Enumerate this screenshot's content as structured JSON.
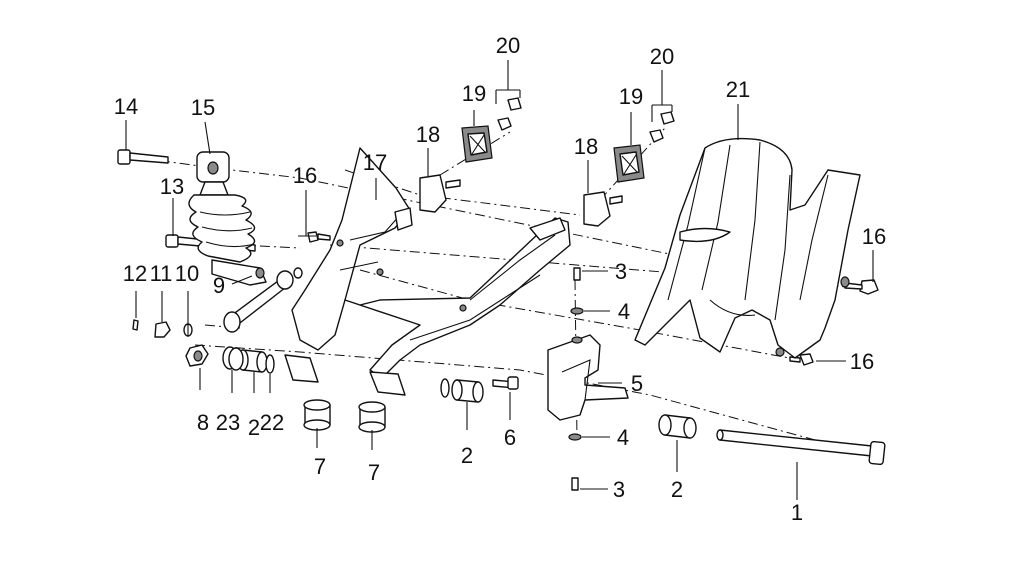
{
  "diagram": {
    "type": "exploded-parts-view",
    "callouts": [
      {
        "key": "c1",
        "label": "1"
      },
      {
        "key": "c2a",
        "label": "2"
      },
      {
        "key": "c2b",
        "label": "2"
      },
      {
        "key": "c2c",
        "label": "2"
      },
      {
        "key": "c3a",
        "label": "3"
      },
      {
        "key": "c3b",
        "label": "3"
      },
      {
        "key": "c4a",
        "label": "4"
      },
      {
        "key": "c4b",
        "label": "4"
      },
      {
        "key": "c5",
        "label": "5"
      },
      {
        "key": "c6",
        "label": "6"
      },
      {
        "key": "c7a",
        "label": "7"
      },
      {
        "key": "c7b",
        "label": "7"
      },
      {
        "key": "c8",
        "label": "8"
      },
      {
        "key": "c9",
        "label": "9"
      },
      {
        "key": "c10",
        "label": "10"
      },
      {
        "key": "c11",
        "label": "11"
      },
      {
        "key": "c12",
        "label": "12"
      },
      {
        "key": "c13",
        "label": "13"
      },
      {
        "key": "c14",
        "label": "14"
      },
      {
        "key": "c15",
        "label": "15"
      },
      {
        "key": "c16a",
        "label": "16"
      },
      {
        "key": "c16b",
        "label": "16"
      },
      {
        "key": "c16c",
        "label": "16"
      },
      {
        "key": "c17",
        "label": "17"
      },
      {
        "key": "c18a",
        "label": "18"
      },
      {
        "key": "c18b",
        "label": "18"
      },
      {
        "key": "c19a",
        "label": "19"
      },
      {
        "key": "c19b",
        "label": "19"
      },
      {
        "key": "c20a",
        "label": "20"
      },
      {
        "key": "c20b",
        "label": "20"
      },
      {
        "key": "c21",
        "label": "21"
      },
      {
        "key": "c22",
        "label": "22"
      },
      {
        "key": "c23",
        "label": "23"
      }
    ]
  }
}
